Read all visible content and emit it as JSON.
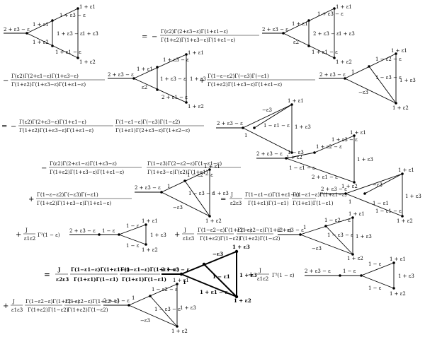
{
  "sign": {
    "minus": "−",
    "plus": "+",
    "eq": "="
  },
  "labels": {
    "ext": "2 + ε3 − ε",
    "e1": "1 + ε1",
    "e2": "1 + ε2",
    "e3": "1 + ε3",
    "c12": "1 + ε1 − ε",
    "c13": "1 + ε3 − ε",
    "c21": "1 + ε2 − ε",
    "c22": "2 + ε3 − ε",
    "c23": "1 − ε2 − ε",
    "c24": "2 + ε1 − ε",
    "c31": "1 − ε1 − ε",
    "c32": "1 − ε",
    "c33": "1 − ε3",
    "c34": "1 − ε3 − ε",
    "d1": "1 − ε1",
    "d2": "1 − ε2",
    "one": "1",
    "ms3": "−ε3",
    "ms": "−ε",
    "eps2": "ε2",
    "eps3": "ε3"
  },
  "coeffs": {
    "c1_num": "Γ(ε2)Γ(2+ε3−ε)Γ(1+ε1−ε)",
    "c1_den": "Γ(1+ε2)Γ(1+ε3−ε)Γ(1+ε1−ε)",
    "c2_num": "Γ(ε2)Γ(2+ε1−ε)Γ(1+ε3−ε)",
    "c2_den": "Γ(1+ε2)Γ(1+ε3−ε)Γ(1+ε1−ε)",
    "c3_num": "Γ(1−ε−ε2)Γ(−ε3)Γ(−ε1)",
    "c3_den": "Γ(1+ε2)Γ(1+ε3−ε)Γ(1+ε1−ε)",
    "c4_num": "Γ(1−ε1−ε)Γ(−ε3)Γ(1−ε2)",
    "c4_den": "Γ(1+ε1)Γ(2+ε3−ε)Γ(1+ε2−ε)",
    "c5_num": "Γ(1−ε3)Γ(2−ε2−ε)Γ(1−ε1−ε)",
    "c5_den": "Γ(1+ε3−ε)Γ(ε2)Γ(1+ε1)",
    "c6_num": "Γ(1−ε1−ε)Γ(1+ε1−ε)",
    "c6_den": "Γ(1+ε1)Γ(1−ε1)",
    "c7_num": "Γ(1−ε2−ε)Γ(1+ε2−ε)",
    "c7_den": "Γ(1+ε2)Γ(1−ε2)",
    "J": "J",
    "je2e3": "ε2ε3",
    "je1e2": "ε1ε2",
    "je1e3": "ε1ε3",
    "gamma2": "Γ²(1 − ε)"
  }
}
